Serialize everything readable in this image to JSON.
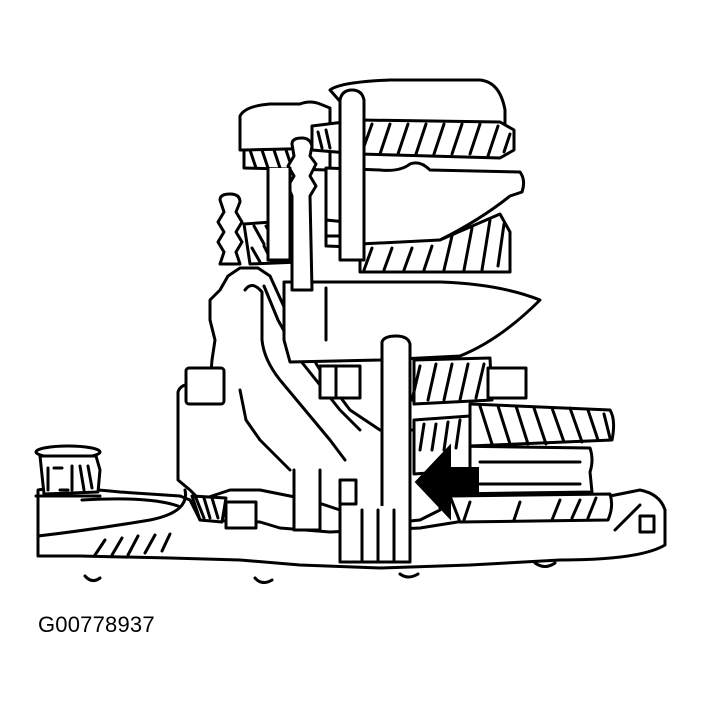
{
  "figure": {
    "description": "Manual transmission gear train assembly with shift forks and shift rails, arrow pointing to shift fork lock pin/bolt hole",
    "callout": {
      "type": "arrow",
      "direction": "left",
      "color": "#000000"
    }
  },
  "caption": {
    "id_label": "G00778937"
  },
  "colors": {
    "line": "#000000",
    "background": "#ffffff"
  }
}
